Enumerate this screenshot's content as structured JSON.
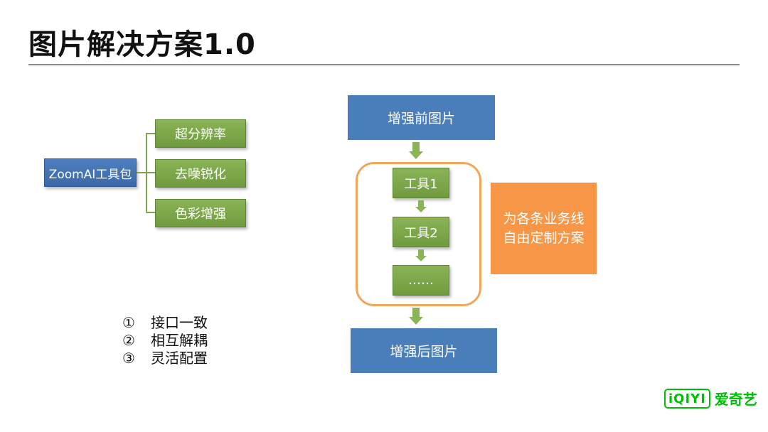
{
  "slide": {
    "title": "图片解决方案1.0"
  },
  "tool_tree": {
    "root": "ZoomAI工具包",
    "children": [
      "超分辨率",
      "去噪锐化",
      "色彩增强"
    ]
  },
  "features": [
    {
      "marker": "①",
      "text": "接口一致"
    },
    {
      "marker": "②",
      "text": "相互解耦"
    },
    {
      "marker": "③",
      "text": "灵活配置"
    }
  ],
  "pipeline": {
    "input": "增强前图片",
    "steps": [
      "工具1",
      "工具2",
      "……"
    ],
    "output": "增强后图片",
    "side_note_lines": [
      "为各条业务线",
      "自由定制方案"
    ]
  },
  "logo": {
    "mark": "iQIYI",
    "text": "爱奇艺"
  },
  "colors": {
    "green": "#7ea64d",
    "blue": "#4a7ebb",
    "orange": "#f79646",
    "container_border": "#f2a65a",
    "logo_green": "#00be06"
  }
}
